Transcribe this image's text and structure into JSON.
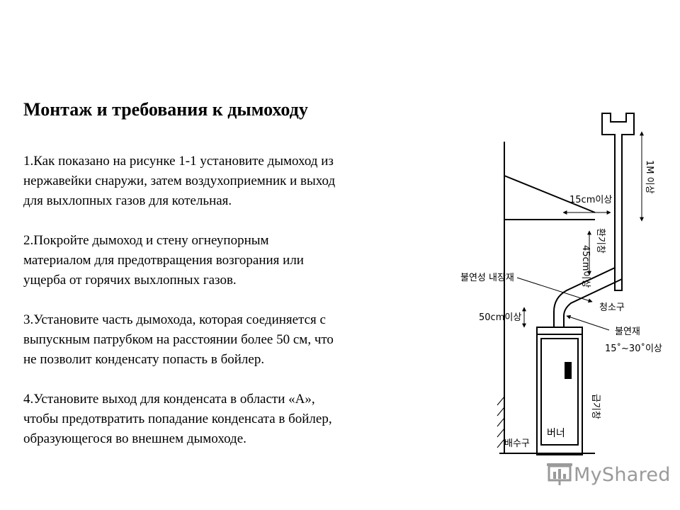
{
  "title": "Монтаж и требования к дымоходу",
  "paragraphs": [
    {
      "lines": [
        "1.Как показано на рисунке 1-1 установите дымоход из",
        "нержавейки снаружи, затем воздухоприемник и выход",
        "для выхлопных газов для котельная."
      ]
    },
    {
      "lines": [
        "2.Покройте дымоход  и стену огнеупорным",
        "материалом для предотвращения возгорания или",
        "ущерба от горячих выхлопных газов."
      ]
    },
    {
      "lines": [
        "3.Установите часть дымохода, которая соединяется с",
        "выпускным патрубком на расстоянии более 50 см, что",
        "не позволит конденсату попасть в бойлер."
      ]
    },
    {
      "lines": [
        "4.Установите выход для конденсата в области «A»,",
        "чтобы предотвратить попадание конденсата в бойлер,",
        "образующегося  во внешнем дымоходе."
      ]
    }
  ],
  "diagram": {
    "label_1m": "1M 이상",
    "label_15cm": "15cm이상",
    "label_vent": "환기창",
    "label_45cm": "45cm이상",
    "label_fireproof": "불연성 내장재",
    "label_cleanout": "청소구",
    "label_50cm": "50cm이상",
    "label_nonflammable": "불연재",
    "label_angle": "15˚~30˚이상",
    "label_intake": "급기창",
    "label_burner": "버너",
    "label_drain": "배수구"
  },
  "watermark": {
    "text": "MyShared"
  },
  "colors": {
    "text": "#000000",
    "watermark": "#9a9a9a"
  }
}
